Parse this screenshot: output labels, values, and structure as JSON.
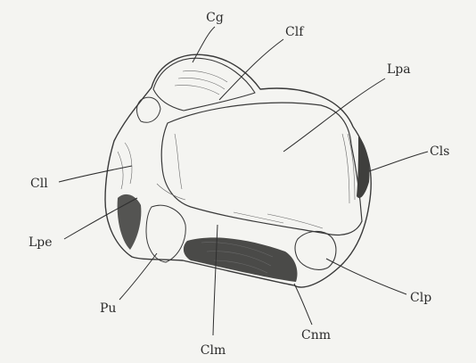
{
  "labels": {
    "cg": "Cg",
    "clf": "Clf",
    "lpa": "Lpa",
    "cls": "Cls",
    "cll": "Cll",
    "lpe": "Lpe",
    "pu": "Pu",
    "clm": "Clm",
    "cnm": "Cnm",
    "clp": "Clp"
  },
  "colors": {
    "paper": "#f4f4f1",
    "ink": "#2b2b2b",
    "shade": "#5b5b5b"
  }
}
